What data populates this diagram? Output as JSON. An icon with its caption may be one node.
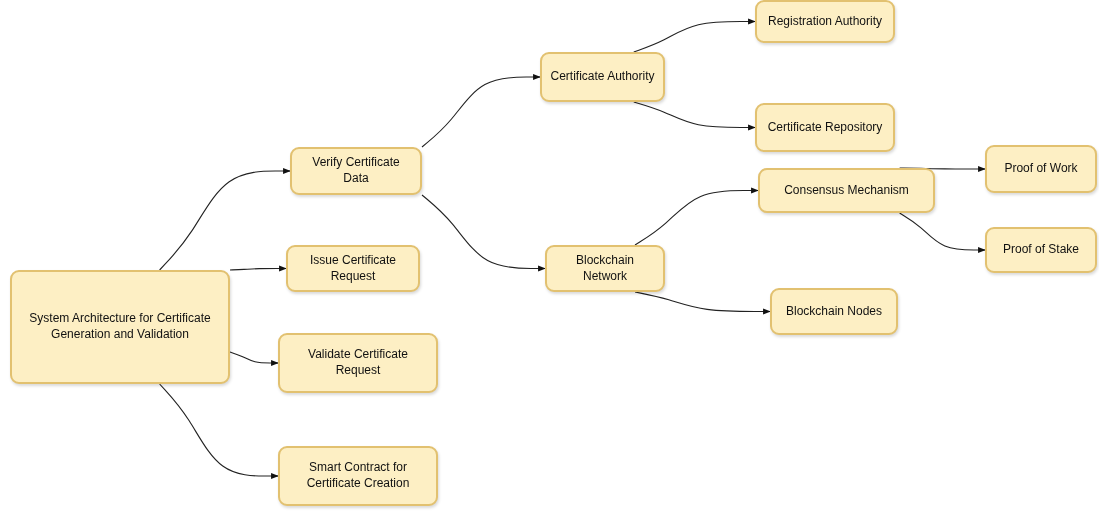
{
  "diagram": {
    "nodes": [
      {
        "text": [
          "System Architecture for Certificate Generation and Validation"
        ]
      },
      {
        "text": [
          "Verify Certificate Data"
        ]
      },
      {
        "text": [
          "Issue Certificate Request"
        ]
      },
      {
        "text": [
          "Validate Certificate Request"
        ]
      },
      {
        "text": [
          "Smart Contract for Certificate Creation"
        ]
      },
      {
        "text": [
          "Certificate Authority"
        ]
      },
      {
        "text": [
          "Blockchain Network"
        ]
      },
      {
        "text": [
          "Registration Authority"
        ]
      },
      {
        "text": [
          "Certificate Repository"
        ]
      },
      {
        "text": [
          "Consensus Mechanism"
        ]
      },
      {
        "text": [
          "Blockchain Nodes"
        ]
      },
      {
        "text": [
          "Proof of Work"
        ]
      },
      {
        "text": [
          "Proof of Stake"
        ]
      }
    ],
    "edges": [
      {
        "from": 0,
        "to": 1,
        "arrow": "to"
      },
      {
        "from": 0,
        "to": 2,
        "arrow": "to"
      },
      {
        "from": 0,
        "to": 3,
        "arrow": "to"
      },
      {
        "from": 0,
        "to": 4,
        "arrow": "to"
      },
      {
        "from": 1,
        "to": 5,
        "arrow": "to"
      },
      {
        "from": 1,
        "to": 6,
        "arrow": "to"
      },
      {
        "from": 5,
        "to": 7,
        "arrow": "to"
      },
      {
        "from": 5,
        "to": 8,
        "arrow": "to"
      },
      {
        "from": 6,
        "to": 9,
        "arrow": "to"
      },
      {
        "from": 6,
        "to": 10,
        "arrow": "to"
      },
      {
        "from": 9,
        "to": 11,
        "arrow": "to"
      },
      {
        "from": 9,
        "to": 12,
        "arrow": "to"
      }
    ]
  }
}
